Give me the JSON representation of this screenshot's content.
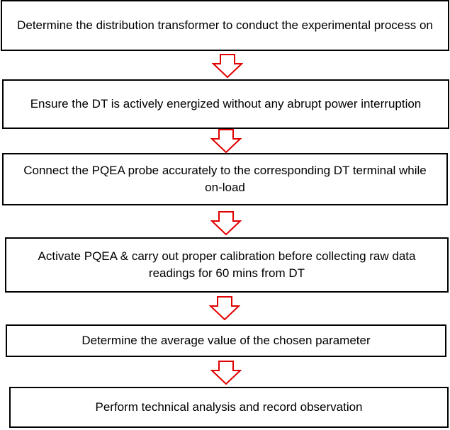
{
  "flowchart": {
    "steps": [
      "Determine the distribution transformer to conduct the experimental process on",
      "Ensure the DT is actively energized without any abrupt power interruption",
      "Connect the PQEA probe accurately to the corresponding DT terminal while on-load",
      "Activate PQEA & carry out proper calibration before collecting raw data readings for 60 mins from DT",
      "Determine the average value of the chosen parameter",
      "Perform technical analysis and record observation"
    ],
    "colors": {
      "box_border": "#000000",
      "arrow_outline": "#e00000",
      "background": "#ffffff"
    }
  }
}
